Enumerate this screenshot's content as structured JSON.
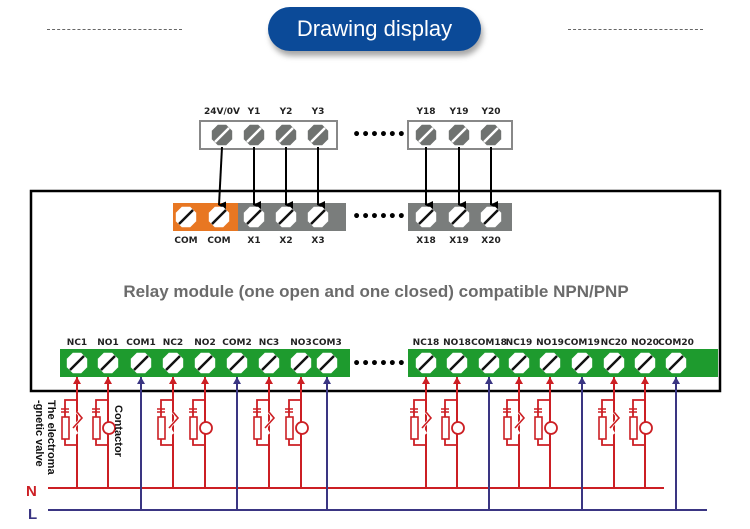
{
  "header": {
    "title": "Drawing display"
  },
  "input_terminals": {
    "top_labels_left": [
      "24V/0V",
      "Y1",
      "Y2",
      "Y3"
    ],
    "top_labels_right": [
      "Y18",
      "Y19",
      "Y20"
    ],
    "module_labels_left": [
      "COM",
      "COM",
      "X1",
      "X2",
      "X3"
    ],
    "module_labels_right": [
      "X18",
      "X19",
      "X20"
    ],
    "ellipsis": "••••••"
  },
  "module": {
    "caption": "Relay module (one open and one closed) compatible NPN/PNP"
  },
  "output_terminals": {
    "labels_left": [
      "NC1",
      "NO1",
      "COM1",
      "NC2",
      "NO2",
      "COM2",
      "NC3",
      "NO3",
      "COM3"
    ],
    "labels_right": [
      "NC18",
      "NO18",
      "COM18",
      "NC19",
      "NO19",
      "COM19",
      "NC20",
      "NO20",
      "COM20"
    ],
    "ellipsis": "••••••"
  },
  "loads": {
    "valve_label_line1": "The electroma",
    "valve_label_line2": "-gnetic valve",
    "contactor_label": "Contactor"
  },
  "power": {
    "n_label": "N",
    "l_label": "L"
  },
  "colors": {
    "title_bg": "#0b4a98",
    "input_orange": "#e87722",
    "input_gray": "#7a7d7c",
    "output_green": "#1e9b2e",
    "neutral_red": "#cc1f24",
    "line_blue": "#3a3582",
    "caption_gray": "#6b6b6b"
  }
}
